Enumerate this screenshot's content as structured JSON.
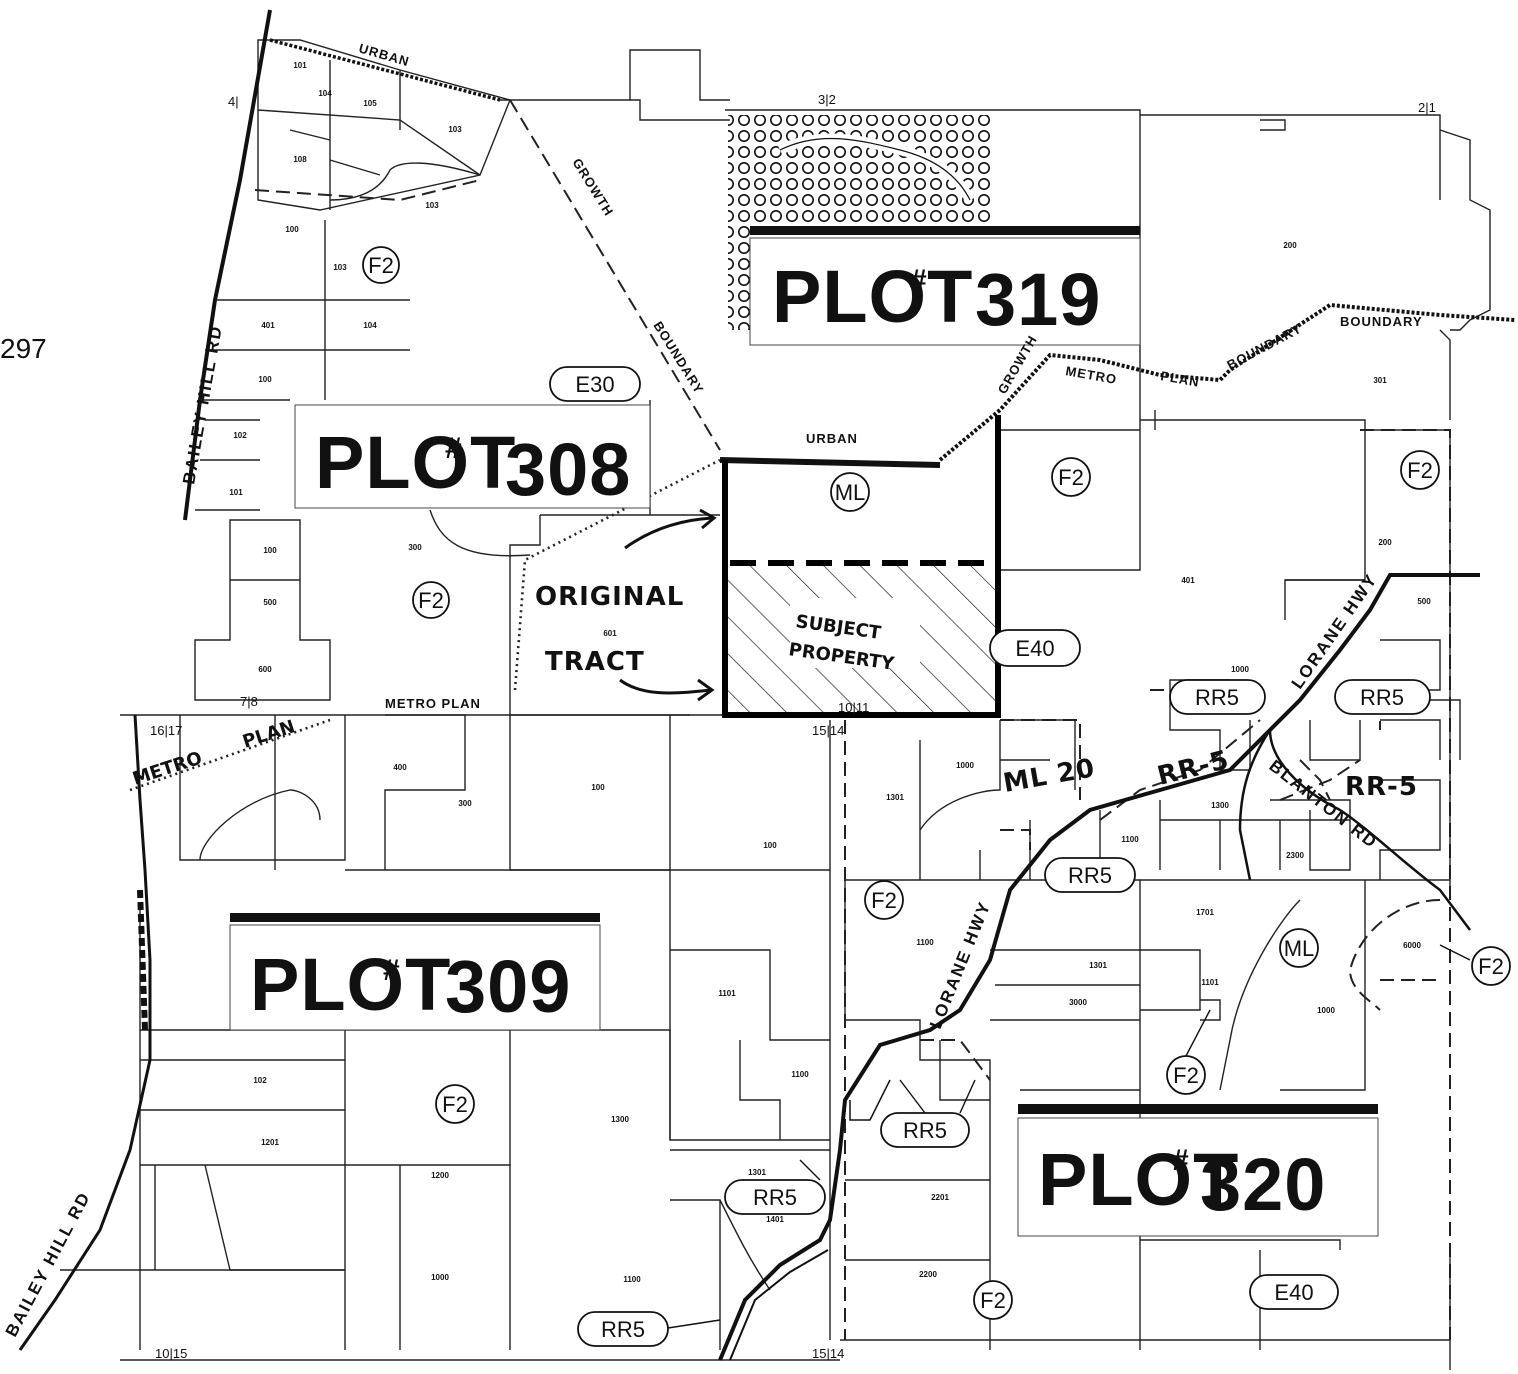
{
  "page_number": "297",
  "plots": [
    {
      "id": "plot-308",
      "prefix": "PLOT",
      "sup": "#",
      "number": "308"
    },
    {
      "id": "plot-319",
      "prefix": "PLOT",
      "sup": "#",
      "number": "319"
    },
    {
      "id": "plot-309",
      "prefix": "PLOT",
      "sup": "#",
      "number": "309"
    },
    {
      "id": "plot-320",
      "prefix": "PLOT",
      "sup": "#",
      "number": "320"
    }
  ],
  "zones": {
    "z1": "F2",
    "z2": "E30",
    "z3": "F2",
    "z4": "ML",
    "z5": "F2",
    "z6": "F2",
    "z7": "E40",
    "z8": "RR5",
    "z9": "RR5",
    "z10": "RR5",
    "z11": "F2",
    "z12": "ML",
    "z13": "F2",
    "z14": "F2",
    "z15": "F2",
    "z16": "RR5",
    "z17": "RR5",
    "z18": "RR5",
    "z19": "F2",
    "z20": "E40"
  },
  "roads": {
    "bailey_hill_top": "BAILEY HILL RD",
    "bailey_hill_bottom": "BAILEY HILL RD",
    "lorane_hwy_1": "LORANE HWY",
    "lorane_hwy_2": "LORANE HWY",
    "blanton_rd": "BLANTON RD"
  },
  "boundary_labels": {
    "urban_top": "URBAN",
    "growth": "GROWTH",
    "boundary_diag": "BOUNDARY",
    "urban_mid": "URBAN",
    "growth_right": "GROWTH",
    "metro_right": "METRO",
    "plan_right": "PLAN",
    "boundary_right": "BOUNDARY",
    "boundary_far": "BOUNDARY",
    "metro_plan": "METRO PLAN",
    "metro_left": "METRO",
    "plan_left": "PLAN"
  },
  "annotations": {
    "original": "ORIGINAL",
    "tract": "TRACT",
    "subject": "SUBJECT",
    "property": "PROPERTY",
    "ml20": "ML 20",
    "rr5_hand": "RR-5",
    "rr5_hand2": "RR-5"
  },
  "section_numbers": {
    "s1": "3|2",
    "s2": "2|1",
    "s3": "4|",
    "s4": "10|11",
    "s5": "15|14",
    "s6": "16|17",
    "s7": "7|8",
    "s8": "10|15",
    "s9": "15|14"
  },
  "lots": [
    "101",
    "104",
    "105",
    "103",
    "108",
    "103",
    "100",
    "103",
    "401",
    "104",
    "100",
    "102",
    "101",
    "300",
    "F2",
    "100",
    "500",
    "600",
    "601",
    "400",
    "300",
    "100",
    "100",
    "1101",
    "1100",
    "1301",
    "1300",
    "1200",
    "1000",
    "1100",
    "1000",
    "1100",
    "1301",
    "2201",
    "2200",
    "1701",
    "1301",
    "3000",
    "6000",
    "401",
    "500",
    "1000",
    "1100",
    "1300",
    "2300",
    "1000",
    "301",
    "200",
    "200",
    "1101",
    "1401",
    "102",
    "1201"
  ]
}
